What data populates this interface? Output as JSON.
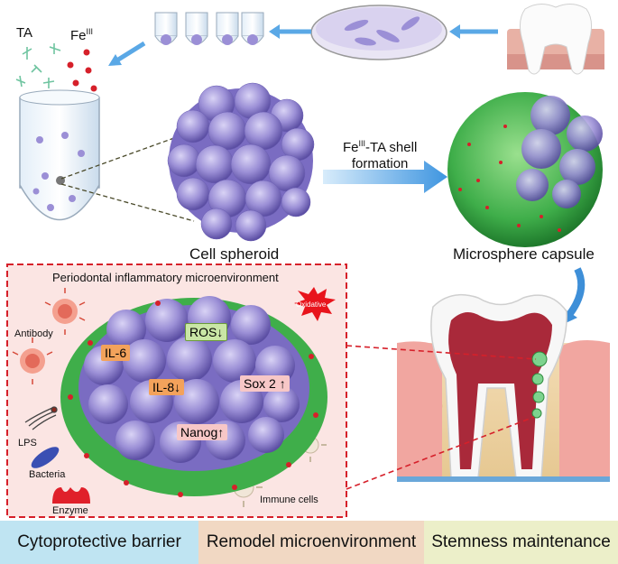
{
  "labels": {
    "ta": "TA",
    "fe": "Fe",
    "fe_sup": "III",
    "shell_line1_prefix": "Fe",
    "shell_line1_sup": "III",
    "shell_line1_suffix": "-TA shell",
    "shell_line2": "formation",
    "cell_spheroid": "Cell spheroid",
    "microsphere_capsule": "Microsphere capsule",
    "panel_title": "Periodontal inflammatory microenvironment",
    "oxidative": "Oxidative",
    "antibody": "Antibody",
    "lps": "LPS",
    "bacteria": "Bacteria",
    "enzyme": "Enzyme",
    "immune_cells": "Immune cells"
  },
  "markers": {
    "ros": "ROS",
    "il6": "IL-6",
    "il8": "IL-8",
    "sox2": "Sox 2",
    "nanog": "Nanog"
  },
  "bands": [
    {
      "label": "Cytoprotective barrier",
      "color": "#bfe4f2"
    },
    {
      "label": "Remodel microenvironment",
      "color": "#f1d8c3"
    },
    {
      "label": "Stemness maintenance",
      "color": "#ecefc9"
    }
  ],
  "colors": {
    "spheroid": "#9b8fd6",
    "shell_green": "#3fae4a",
    "fe_red": "#d6202a",
    "arrow_blue": "#5aa8e6",
    "dashed_red": "#d6202a",
    "panel_bg": "#fbe5e3",
    "ros_box": "#c9e6a6",
    "il_box": "#f3a25b",
    "stem_box": "#f7c7c7"
  },
  "icons": [
    "tooth-icon",
    "petri-dish-icon",
    "tube-icon",
    "antibody-icon",
    "lps-icon",
    "bacteria-icon",
    "enzyme-icon",
    "immune-cell-icon",
    "oxidative-burst-icon"
  ]
}
